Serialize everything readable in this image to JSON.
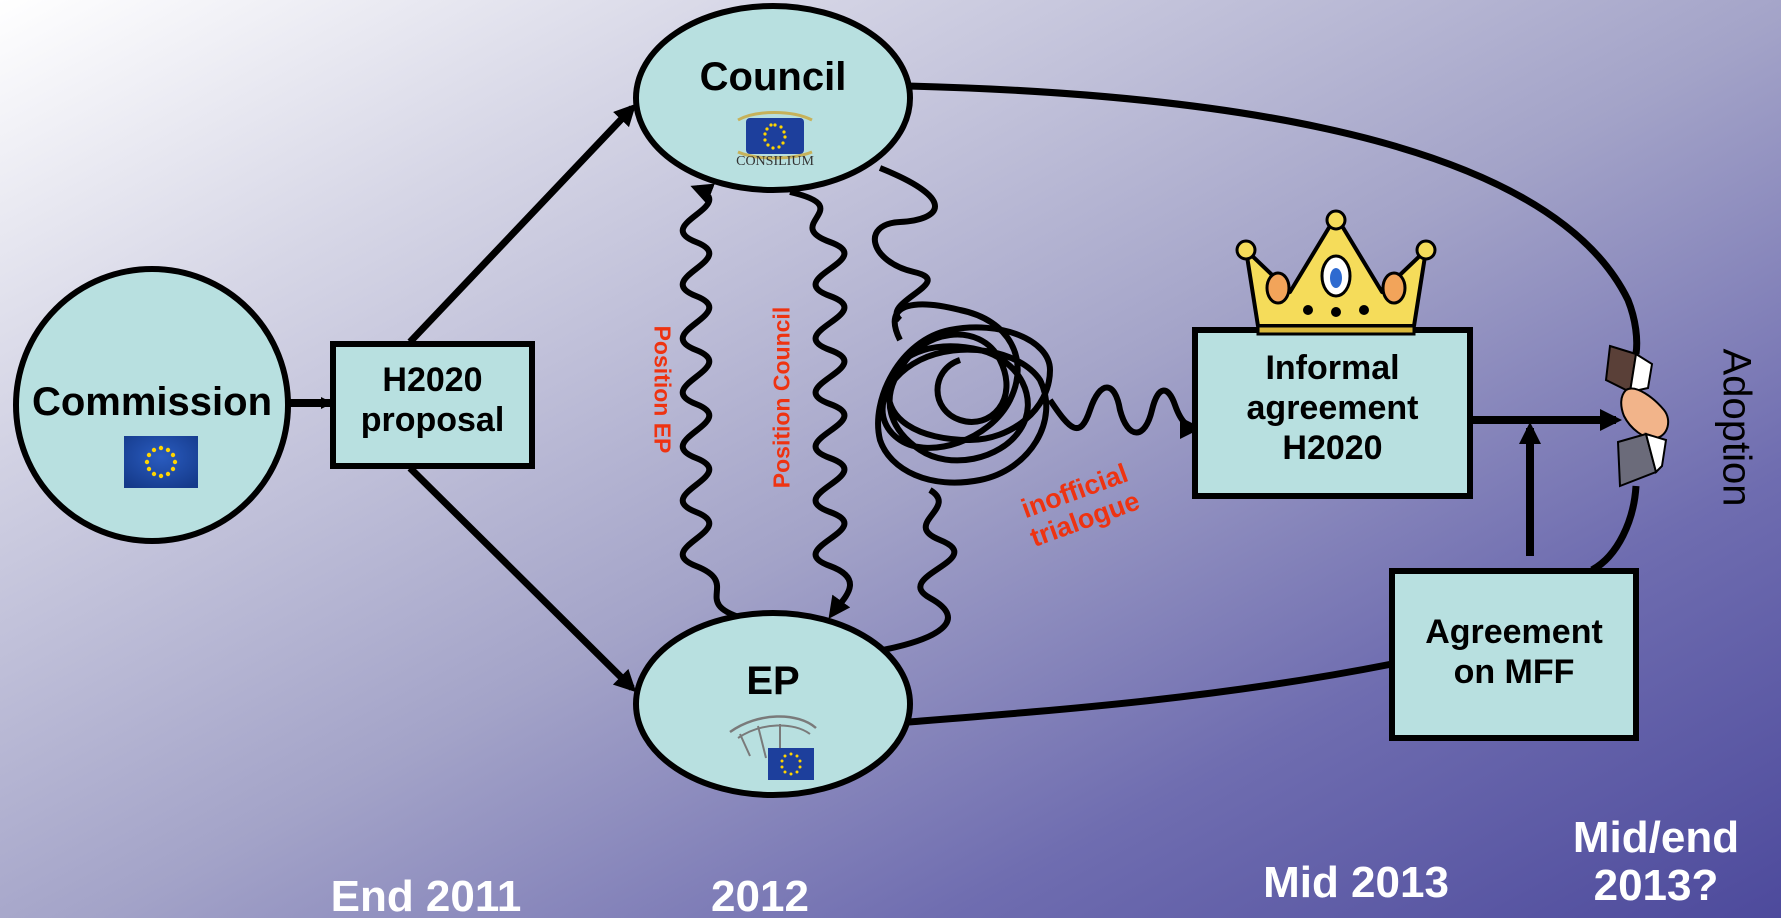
{
  "nodes": {
    "commission": "Commission",
    "h2020_proposal": [
      "H2020",
      "proposal"
    ],
    "council": "Council",
    "council_logo_text": "CONSILIUM",
    "ep": "EP",
    "informal_agreement": [
      "Informal",
      "agreement",
      "H2020"
    ],
    "mff_agreement": [
      "Agreement",
      "on MFF"
    ]
  },
  "edge_labels": {
    "position_ep": "Position EP",
    "position_council": "Position Council",
    "trialogue": [
      "inofficial",
      "trialogue"
    ],
    "adoption": "Adoption"
  },
  "timeline": {
    "end_2011": "End 2011",
    "y2012": "2012",
    "mid_2013": "Mid 2013",
    "mid_end_2013": [
      "Mid/end",
      "2013?"
    ]
  },
  "colors": {
    "node_fill": "#b8e0e0",
    "stroke": "#000000",
    "annotation_red": "#ee3311",
    "timeline_text": "#ffffff",
    "eu_blue": "#1d3f9c",
    "eu_star": "#ffd500"
  },
  "icons": [
    "eu-flag-icon",
    "crown-icon",
    "handshake-icon",
    "ep-hemicycle-icon"
  ]
}
